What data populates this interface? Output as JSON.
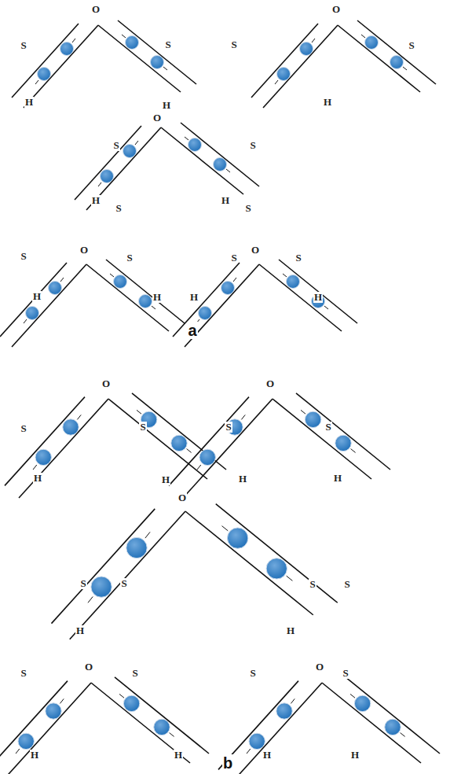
{
  "diagram": {
    "labels": [
      "S",
      "O",
      "S",
      "S",
      "O",
      "S",
      "H",
      "H",
      "O",
      "H",
      "S",
      "S",
      "H",
      "S",
      "H",
      "S",
      "S",
      "O",
      "S",
      "S",
      "O",
      "S",
      "H",
      "H",
      "H",
      "H",
      "a",
      "S",
      "O",
      "S",
      "S",
      "O",
      "S",
      "H",
      "H",
      "O",
      "H",
      "H",
      "S",
      "S",
      "S",
      "S",
      "H",
      "H",
      "O",
      "O",
      "S",
      "S",
      "S",
      "S",
      "H",
      "H",
      "H",
      "H",
      "b"
    ]
  }
}
